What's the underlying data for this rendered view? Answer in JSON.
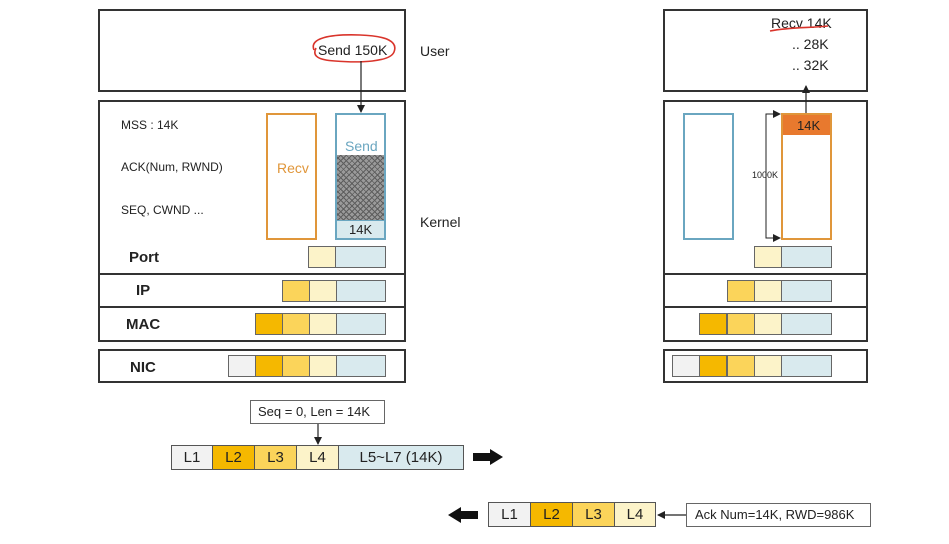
{
  "left": {
    "user_send": "Send 150K",
    "user_label": "User",
    "kernel_label": "Kernel",
    "mss": "MSS : 14K",
    "ack": "ACK(Num, RWND)",
    "seq": "SEQ, CWND ...",
    "recv_buffer": "Recv",
    "send_buffer": "Send",
    "send_chunk": "14K",
    "layers": [
      "Port",
      "IP",
      "MAC",
      "NIC"
    ]
  },
  "right": {
    "recv_lines": [
      "Recv 14K",
      ".. 28K",
      ".. 32K"
    ],
    "recv_chunk": "14K",
    "window_size": "1000K"
  },
  "segment_callout": "Seq = 0, Len = 14K",
  "outgoing_packet": [
    "L1",
    "L2",
    "L3",
    "L4",
    "L5~L7 (14K)"
  ],
  "ack_packet": [
    "L1",
    "L2",
    "L3",
    "L4"
  ],
  "ack_callout": "Ack Num=14K, RWD=986K",
  "colors": {
    "recv_border": "#e0963a",
    "send_border": "#6aa6c0",
    "highlight_chunk": "#e8792e",
    "annotation_red": "#d9342b"
  }
}
